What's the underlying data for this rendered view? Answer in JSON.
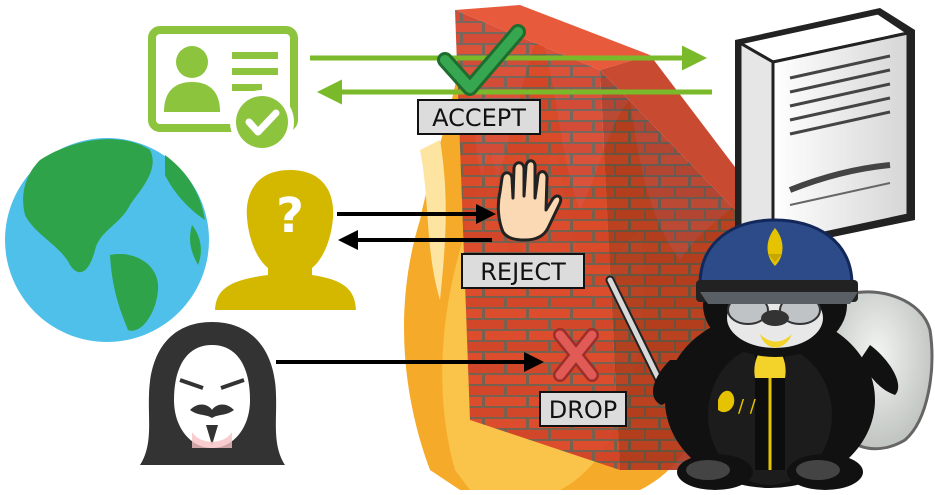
{
  "labels": {
    "accept": "ACCEPT",
    "reject": "REJECT",
    "drop": "DROP"
  },
  "actors": {
    "trusted": "id-card-check-icon",
    "unknown": "unknown-user-question-icon",
    "attacker": "hooded-anonymous-mask-icon",
    "internet": "globe-icon",
    "server": "server-tower-icon",
    "guard": "tux-guard-penguin-icon"
  },
  "colors": {
    "accept": "#7ab929",
    "trusted_icon": "#8cc43e",
    "unknown_icon": "#d4b800",
    "attacker_hood": "#333333",
    "arrow_black": "#000000",
    "drop_x": "#e05a56",
    "label_bg": "#dcdcdc",
    "brick": "#d8432a",
    "mortar": "#6d5a50",
    "flame_outer": "#f6a51e",
    "flame_inner": "#fde4a0",
    "ocean": "#4fc0ea",
    "land": "#2ea34a",
    "server_body": "#f4f4f4",
    "guard_helmet": "#2c4b88"
  }
}
